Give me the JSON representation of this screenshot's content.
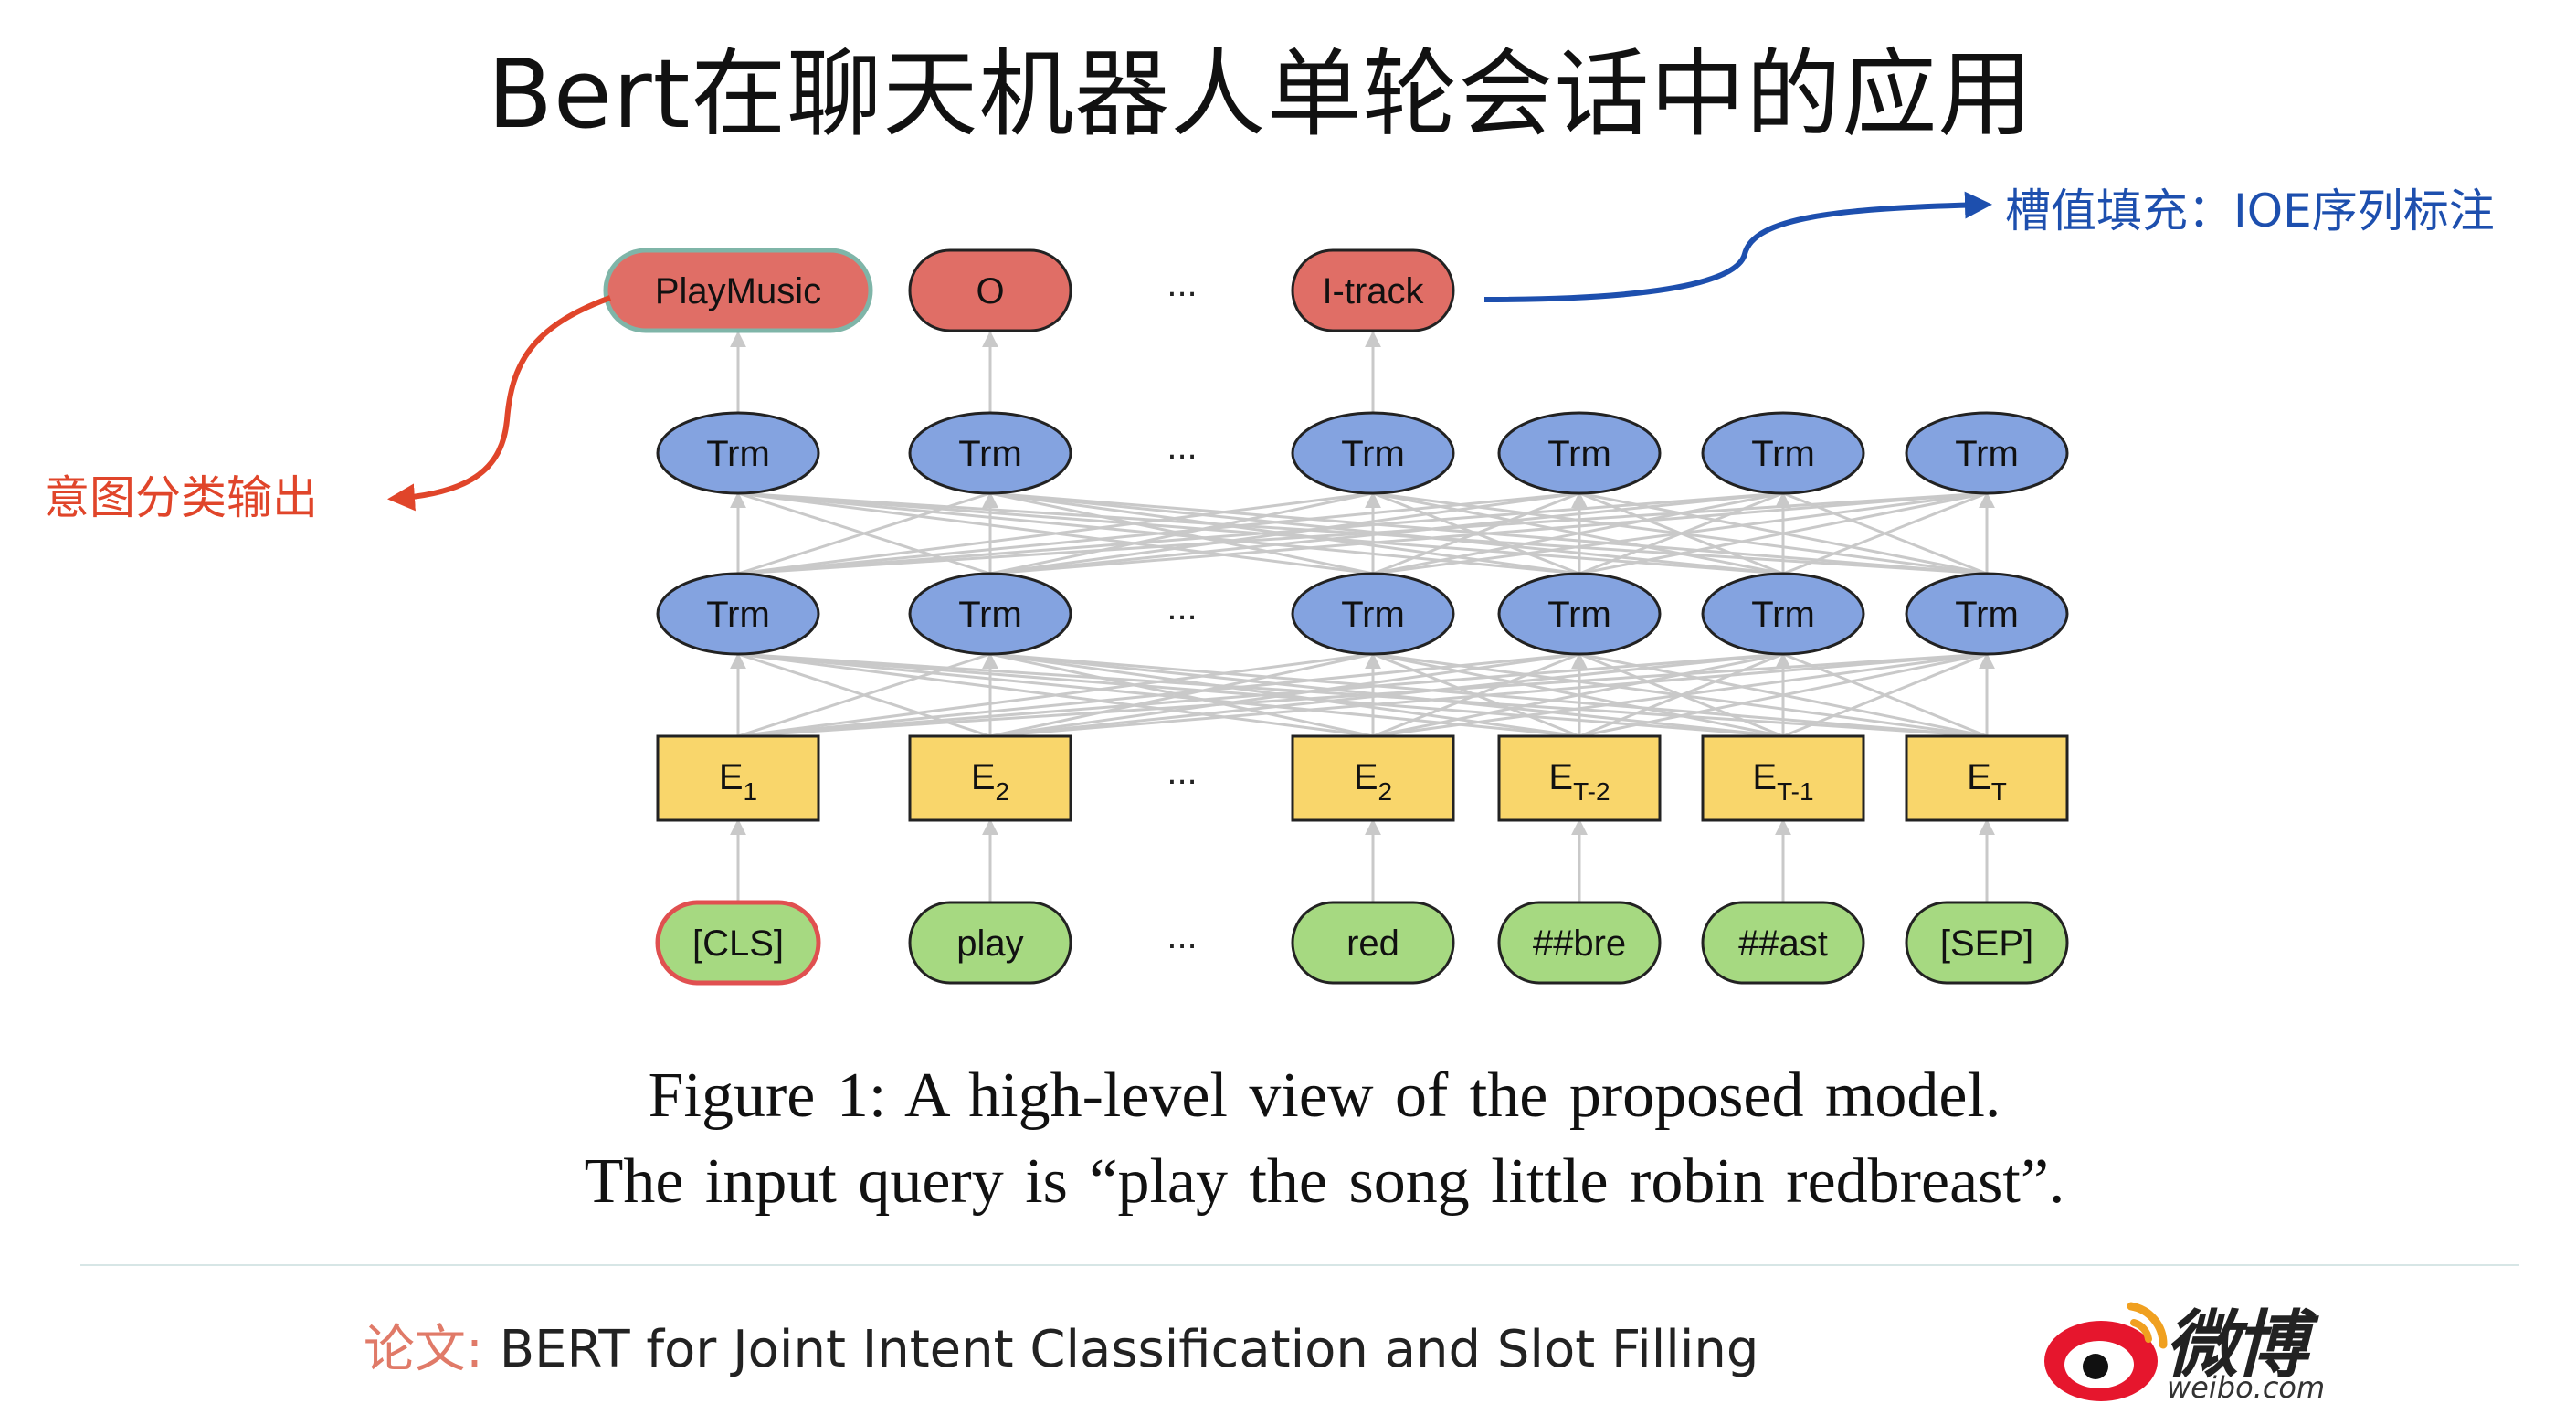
{
  "title": "Bert在聊天机器人单轮会话中的应用",
  "annotations": {
    "slot": "槽值填充：IOE序列标注",
    "intent": "意图分类输出"
  },
  "colors": {
    "output": "#e06e66",
    "trm": "#84a3e0",
    "embed": "#f9d66b",
    "input": "#a6d981",
    "annotation_blue": "#1d4fae",
    "annotation_red": "#e0452a"
  },
  "diagram": {
    "ellipsis": "...",
    "outputs": [
      "PlayMusic",
      "O",
      "I-track"
    ],
    "trm_label": "Trm",
    "embeddings": [
      {
        "main": "E",
        "sub": "1"
      },
      {
        "main": "E",
        "sub": "2"
      },
      {
        "main": "E",
        "sub": "2"
      },
      {
        "main": "E",
        "sub": "T-2"
      },
      {
        "main": "E",
        "sub": "T-1"
      },
      {
        "main": "E",
        "sub": "T"
      }
    ],
    "inputs": [
      "[CLS]",
      "play",
      "red",
      "##bre",
      "##ast",
      "[SEP]"
    ]
  },
  "caption": {
    "line1": "Figure 1:  A high-level view of the proposed model.",
    "line2": "The input query is “play the song little robin redbreast”."
  },
  "footer": {
    "label": "论文:",
    "text": "BERT for Joint Intent Classification and Slot Filling"
  },
  "logo": {
    "name": "微博",
    "domain": "weibo.com"
  }
}
